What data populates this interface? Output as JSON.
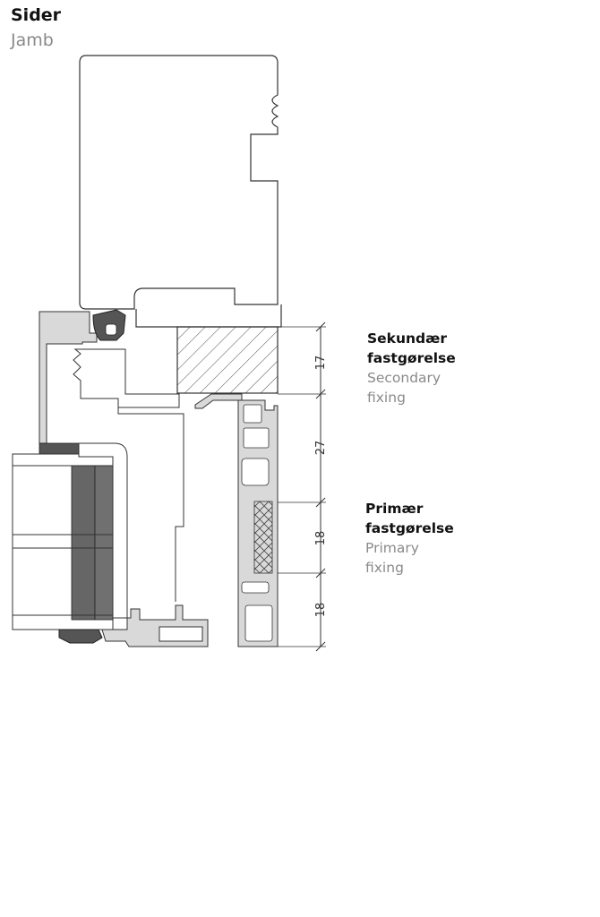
{
  "heading": {
    "primary": "Sider",
    "secondary": "Jamb"
  },
  "labels": {
    "secondary": {
      "line1": "Sekundær",
      "line2": "fastgørelse",
      "line3": "Secondary",
      "line4": "fixing"
    },
    "primary": {
      "line1": "Primær",
      "line2": "fastgørelse",
      "line3": "Primary",
      "line4": "fixing"
    }
  },
  "dimensions": [
    "17",
    "27",
    "18",
    "18"
  ],
  "colors": {
    "outline": "#333333",
    "profile_fill": "#d9d9d9",
    "gasket": "#555555",
    "text_dark": "#111111",
    "text_light": "#8a8a8a"
  }
}
